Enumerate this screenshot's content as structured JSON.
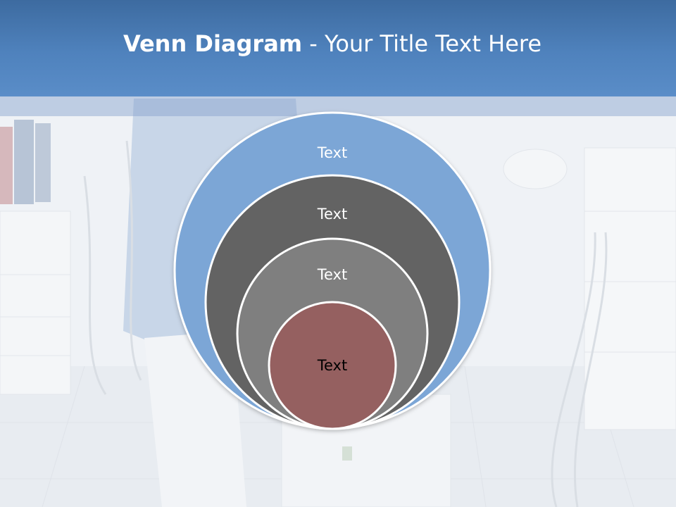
{
  "slide": {
    "title_bold": "Venn Diagram",
    "title_rest": " - Your Title Text Here"
  },
  "diagram": {
    "type": "stacked-venn",
    "circles": [
      {
        "label": "Text",
        "color": "#7ba6d6"
      },
      {
        "label": "Text",
        "color": "#636363"
      },
      {
        "label": "Text",
        "color": "#7f7f7f"
      },
      {
        "label": "Text",
        "color": "#956161"
      }
    ]
  },
  "colors": {
    "header": "#4f82bd",
    "outline": "#ffffff"
  }
}
